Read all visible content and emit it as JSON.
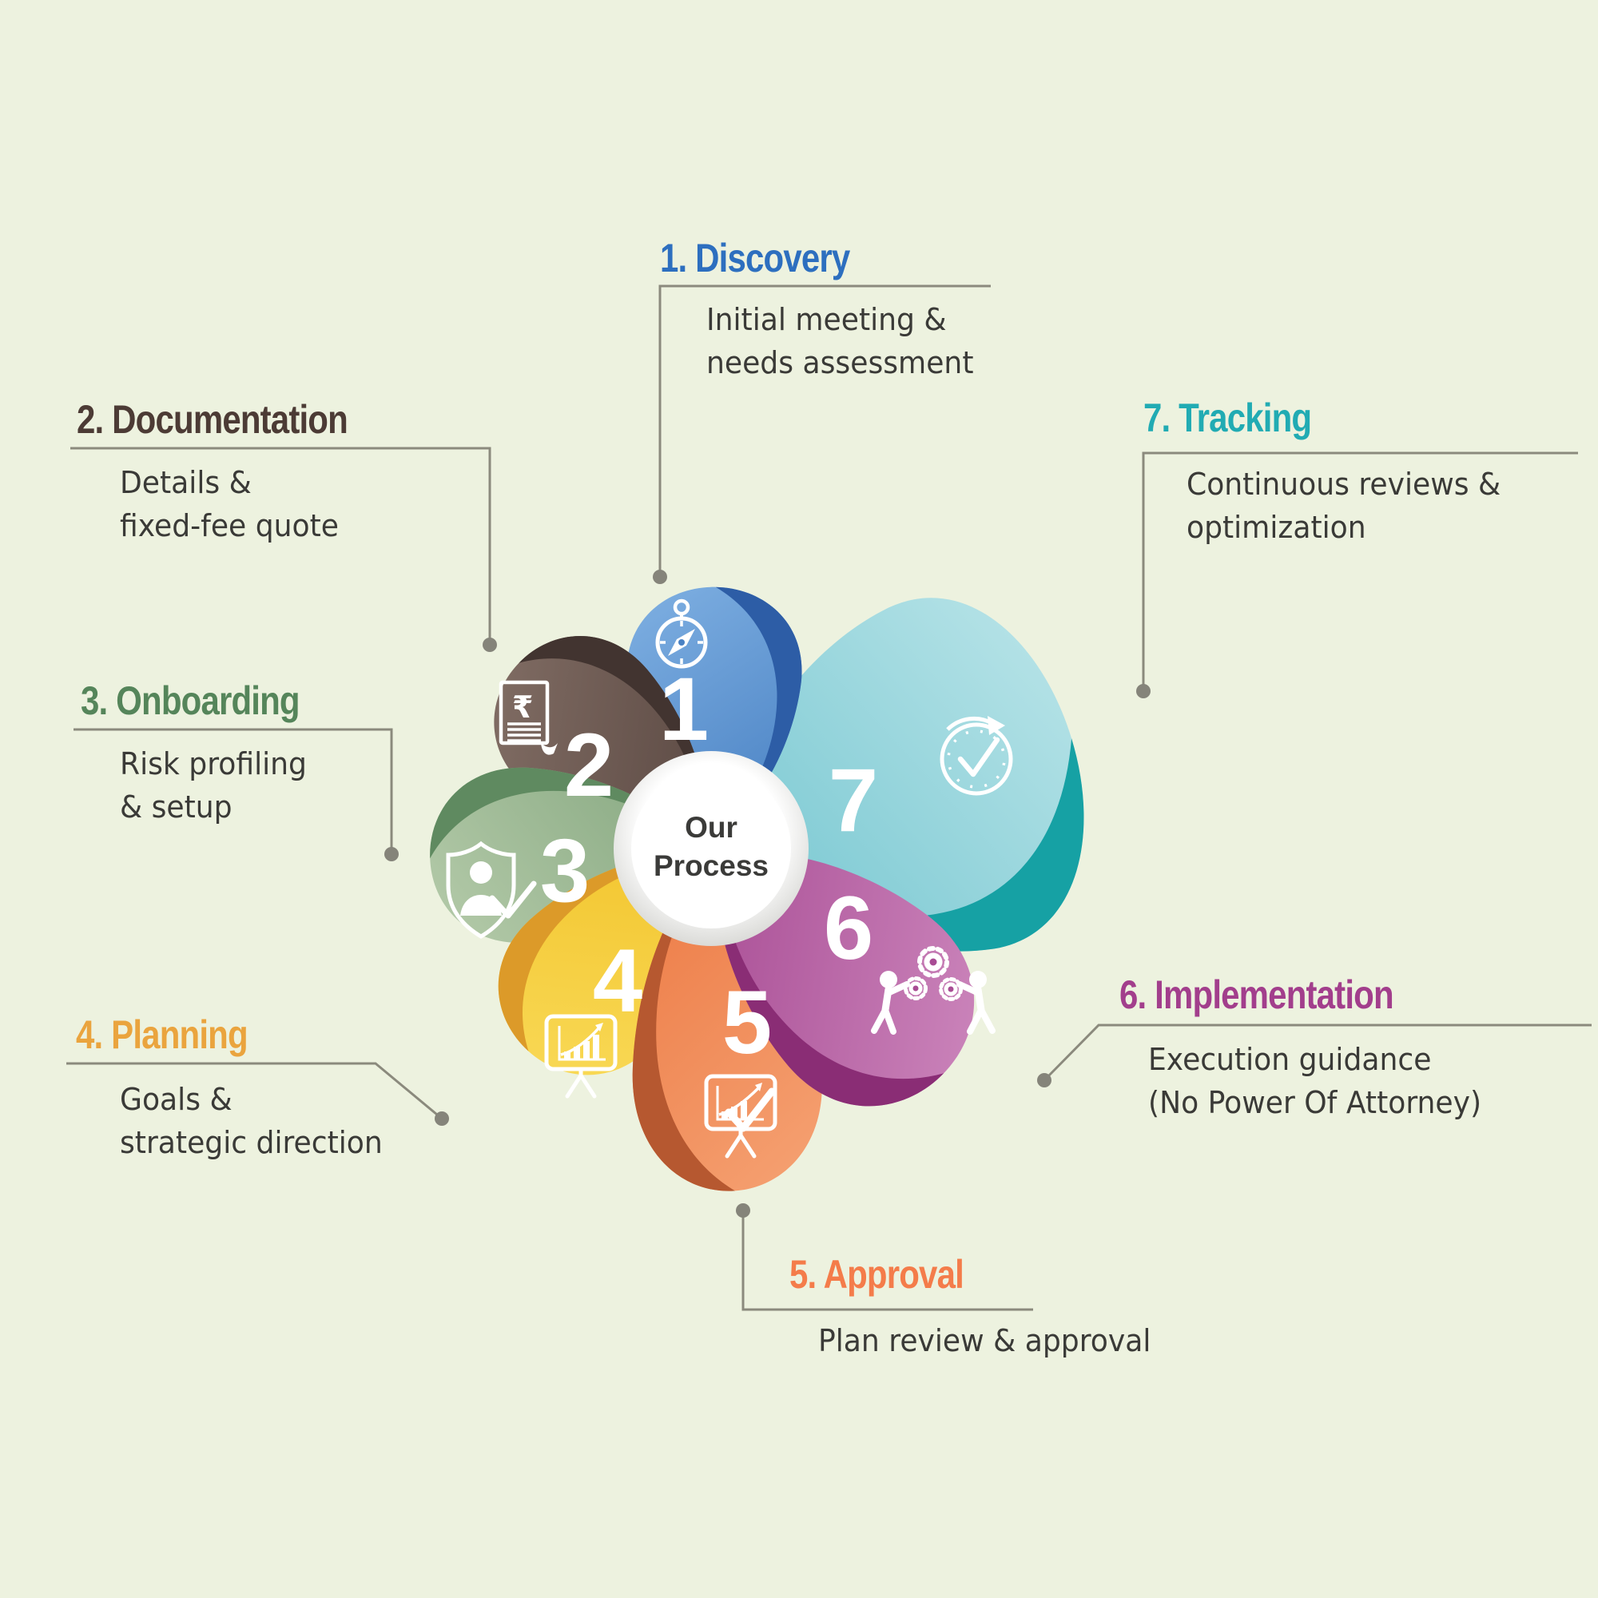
{
  "infographic": {
    "center_title_line1": "Our",
    "center_title_line2": "Process",
    "background_color": "#edf2df",
    "connector_color": "#8b8a7d",
    "number_color": "#ffffff",
    "body_text_color": "#3a3a37"
  },
  "steps": [
    {
      "num": "1",
      "heading": "1. Discovery",
      "heading_color": "#2d6fbf",
      "desc_line1": "Initial meeting &",
      "desc_line2": "needs assessment",
      "icon": "compass-icon",
      "petal_light": "#7fb0e2",
      "petal_base": "#4a82c4",
      "petal_fold": "#2d5da6"
    },
    {
      "num": "2",
      "heading": "2. Documentation",
      "heading_color": "#4c3b35",
      "desc_line1": "Details &",
      "desc_line2": "fixed-fee quote",
      "icon": "rupee-invoice-icon",
      "petal_light": "#836f66",
      "petal_base": "#594741",
      "petal_fold": "#423430"
    },
    {
      "num": "3",
      "heading": "3. Onboarding",
      "heading_color": "#55855a",
      "desc_line1": "Risk profiling",
      "desc_line2": "& setup",
      "icon": "shield-user-icon",
      "petal_light": "#b5cbaa",
      "petal_base": "#88a982",
      "petal_fold": "#5f8a60"
    },
    {
      "num": "4",
      "heading": "4. Planning",
      "heading_color": "#eaa43e",
      "desc_line1": "Goals &",
      "desc_line2": "strategic direction",
      "icon": "growth-chart-board-icon",
      "petal_light": "#f9da58",
      "petal_base": "#f2c42c",
      "petal_fold": "#dc9a29"
    },
    {
      "num": "5",
      "heading": "5. Approval",
      "heading_color": "#f47c4a",
      "desc_line1": "Plan review & approval",
      "desc_line2": "",
      "icon": "approved-chart-board-icon",
      "petal_light": "#f5a273",
      "petal_base": "#ed7c47",
      "petal_fold": "#b65830"
    },
    {
      "num": "6",
      "heading": "6. Implementation",
      "heading_color": "#a23e8c",
      "desc_line1": "Execution guidance",
      "desc_line2": "(No Power Of Attorney)",
      "icon": "teamwork-gears-icon",
      "petal_light": "#cd88bd",
      "petal_base": "#a84c94",
      "petal_fold": "#8a2d75"
    },
    {
      "num": "7",
      "heading": "7. Tracking",
      "heading_color": "#21abb3",
      "desc_line1": "Continuous reviews &",
      "desc_line2": "optimization",
      "icon": "time-check-icon",
      "petal_light": "#b9e4e8",
      "petal_base": "#77c7d1",
      "petal_fold": "#16a1a4"
    }
  ]
}
